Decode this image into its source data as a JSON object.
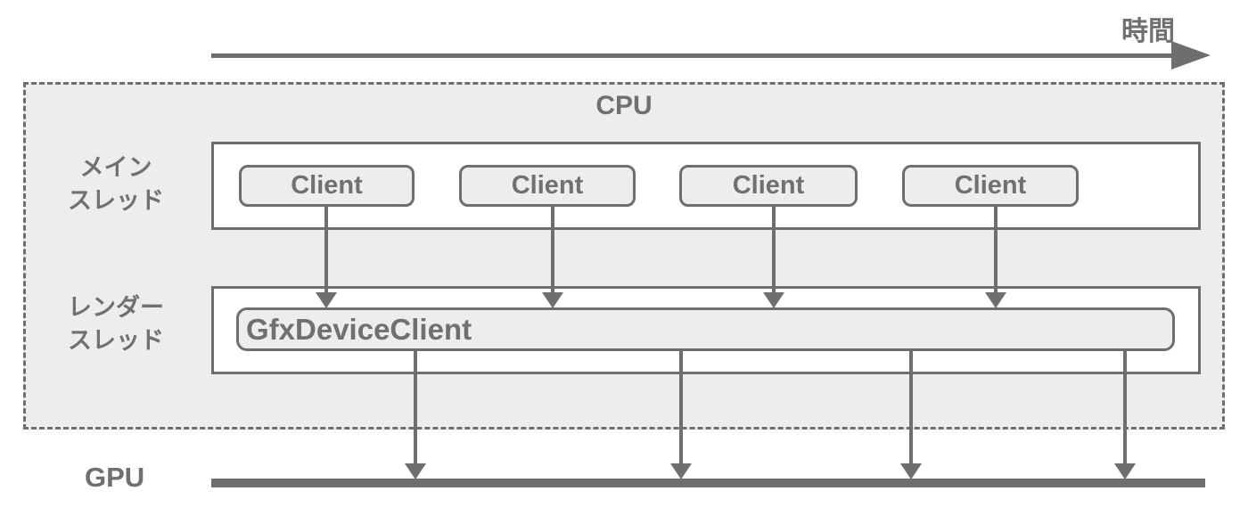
{
  "timeline": {
    "label": "時間"
  },
  "cpu": {
    "label": "CPU"
  },
  "threads": {
    "main": {
      "line1": "メイン",
      "line2": "スレッド"
    },
    "render": {
      "line1": "レンダー",
      "line2": "スレッド"
    }
  },
  "clients": [
    {
      "label": "Client"
    },
    {
      "label": "Client"
    },
    {
      "label": "Client"
    },
    {
      "label": "Client"
    }
  ],
  "gfx": {
    "label": "GfxDeviceClient"
  },
  "gpu": {
    "label": "GPU"
  },
  "colors": {
    "line": "#6e6e6e",
    "text": "#707070",
    "fill": "#ededed",
    "background": "#ffffff"
  }
}
